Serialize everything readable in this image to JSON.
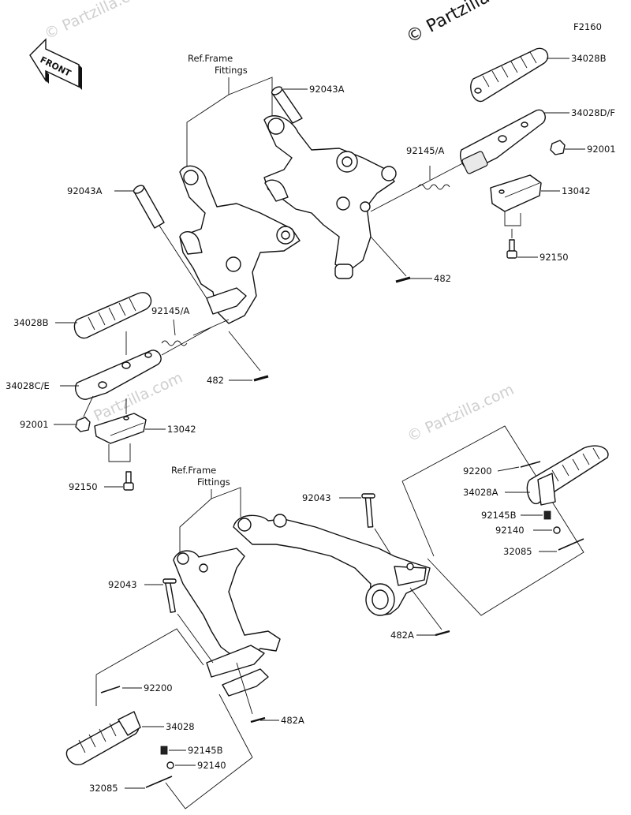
{
  "diagram": {
    "code": "F2160",
    "watermark": "© Partzilla.com",
    "front_label": "FRONT",
    "ref_frame_line1": "Ref.Frame",
    "ref_frame_line2": "Fittings",
    "parts": {
      "p34028B_top": "34028B",
      "p34028DF": "34028D/F",
      "p92001_top": "92001",
      "p13042_top": "13042",
      "p92150_top": "92150",
      "p482_top": "482",
      "p92145A_top": "92145/A",
      "p92043A_top": "92043A",
      "p92043A_left": "92043A",
      "p92145A_left": "92145/A",
      "p34028B_left": "34028B",
      "p482_left": "482",
      "p34028CE": "34028C/E",
      "p92001_left": "92001",
      "p13042_left": "13042",
      "p92150_left": "92150",
      "p92043_mid": "92043",
      "p92200_right": "92200",
      "p34028A": "34028A",
      "p92145B_right": "92145B",
      "p92140_right": "92140",
      "p32085_right": "32085",
      "p482A_right": "482A",
      "p92043_left": "92043",
      "p92200_left": "92200",
      "p34028": "34028",
      "p482A_left": "482A",
      "p92145B_left": "92145B",
      "p92140_left": "92140",
      "p32085_left": "32085"
    }
  }
}
